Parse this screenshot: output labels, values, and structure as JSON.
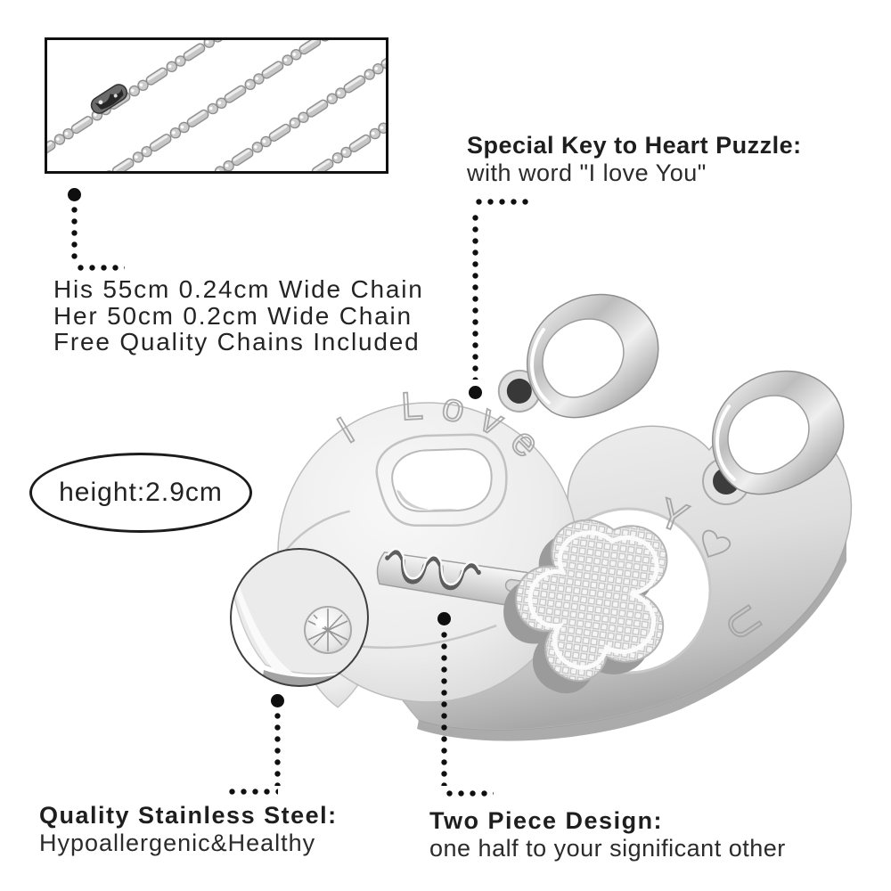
{
  "colors": {
    "background": "#ffffff",
    "text": "#1e1e1e",
    "dot": "#0f0f0f",
    "frame-border": "#101010",
    "ellipse-border": "#1c1c1c",
    "magnifier-border": "#3f3f3f",
    "metal-light": "#f5f5f5",
    "metal-mid": "#c9c9c9",
    "metal-dark": "#8f8f8f"
  },
  "callouts": {
    "chains": {
      "line1": "His 55cm 0.24cm Wide Chain",
      "line2": "Her 50cm 0.2cm Wide Chain",
      "line3": "Free Quality Chains Included"
    },
    "key": {
      "title": "Special Key to Heart Puzzle:",
      "subtitle": "with word \"I love You\""
    },
    "size": {
      "label": "height:2.9cm"
    },
    "steel": {
      "title": "Quality Stainless Steel:",
      "subtitle": "Hypoallergenic&Healthy"
    },
    "two_piece": {
      "title": "Two Piece Design:",
      "subtitle": "one half to your significant other"
    }
  },
  "pendant": {
    "left_engraving": "I Love",
    "right_engraving_letters": [
      "Y",
      "U"
    ],
    "right_engraving_symbol": "heart-outline"
  }
}
